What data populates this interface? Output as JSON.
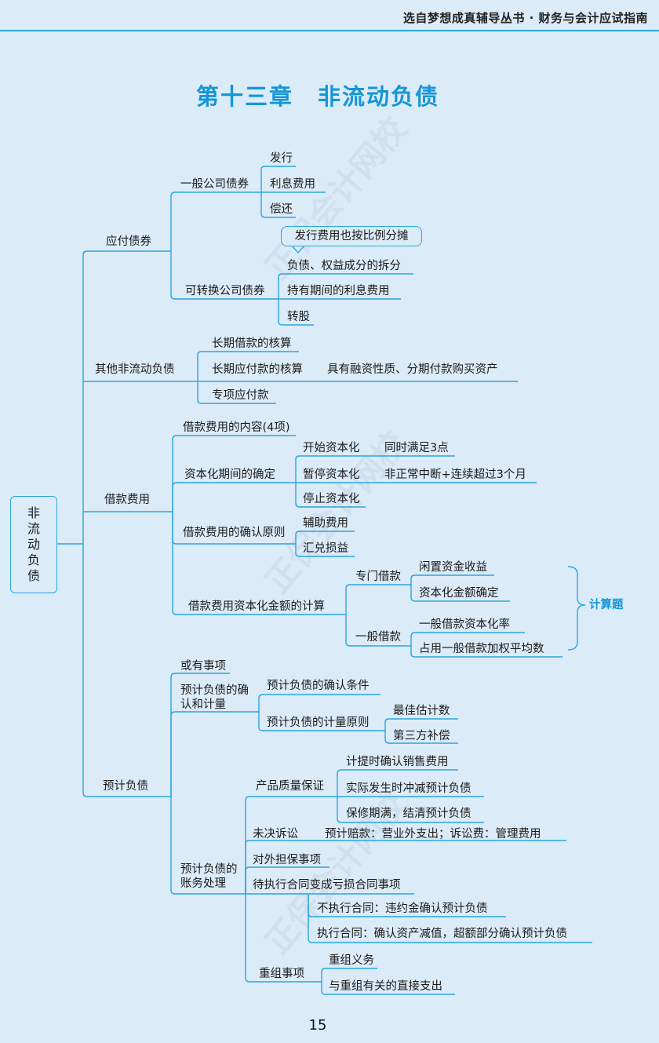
{
  "header": "选自梦想成真辅导丛书 · 财务与会计应试指南",
  "title": "第十三章　非流动负债",
  "page_number": "15",
  "root": "非流动负债",
  "l1": [
    "应付债券",
    "其他非流动负债",
    "借款费用",
    "预计负债"
  ],
  "bonds": {
    "general": "一般公司债券",
    "general_items": [
      "发行",
      "利息费用",
      "偿还"
    ],
    "callout": "发行费用也按比例分摊",
    "convertible": "可转换公司债券",
    "convertible_items": [
      "负债、权益成分的拆分",
      "持有期间的利息费用",
      "转股"
    ]
  },
  "other": {
    "items": [
      "长期借款的核算",
      "长期应付款的核算",
      "专项应付款"
    ],
    "note": "具有融资性质、分期付款购买资产"
  },
  "borrowing": {
    "content": "借款费用的内容(4项)",
    "period": "资本化期间的确定",
    "period_items": [
      "开始资本化",
      "暂停资本化",
      "停止资本化"
    ],
    "period_notes": [
      "同时满足3点",
      "非正常中断+连续超过3个月"
    ],
    "principle": "借款费用的确认原则",
    "principle_items": [
      "辅助费用",
      "汇兑损益"
    ],
    "amount": "借款费用资本化金额的计算",
    "special": "专门借款",
    "special_items": [
      "闲置资金收益",
      "资本化金额确定"
    ],
    "general": "一般借款",
    "general_items": [
      "一般借款资本化率",
      "占用一般借款加权平均数"
    ],
    "calc": "计算题"
  },
  "provision": {
    "contingent": "或有事项",
    "recog": "预计负债的确认和计量",
    "recog_items": [
      "预计负债的确认条件",
      "预计负债的计量原则"
    ],
    "measure_items": [
      "最佳估计数",
      "第三方补偿"
    ],
    "accounting": "预计负债的账务处理",
    "quality": "产品质量保证",
    "quality_items": [
      "计提时确认销售费用",
      "实际发生时冲减预计负债",
      "保修期满，结清预计负债"
    ],
    "lawsuit": "未决诉讼",
    "lawsuit_note": "预计赔款：营业外支出；诉讼费：管理费用",
    "guarantee": "对外担保事项",
    "onerous": "待执行合同变成亏损合同事项",
    "onerous_items": [
      "不执行合同：违约金确认预计负债",
      "执行合同：确认资产减值，超额部分确认预计负债"
    ],
    "restructure": "重组事项",
    "restructure_items": [
      "重组义务",
      "与重组有关的直接支出"
    ]
  }
}
